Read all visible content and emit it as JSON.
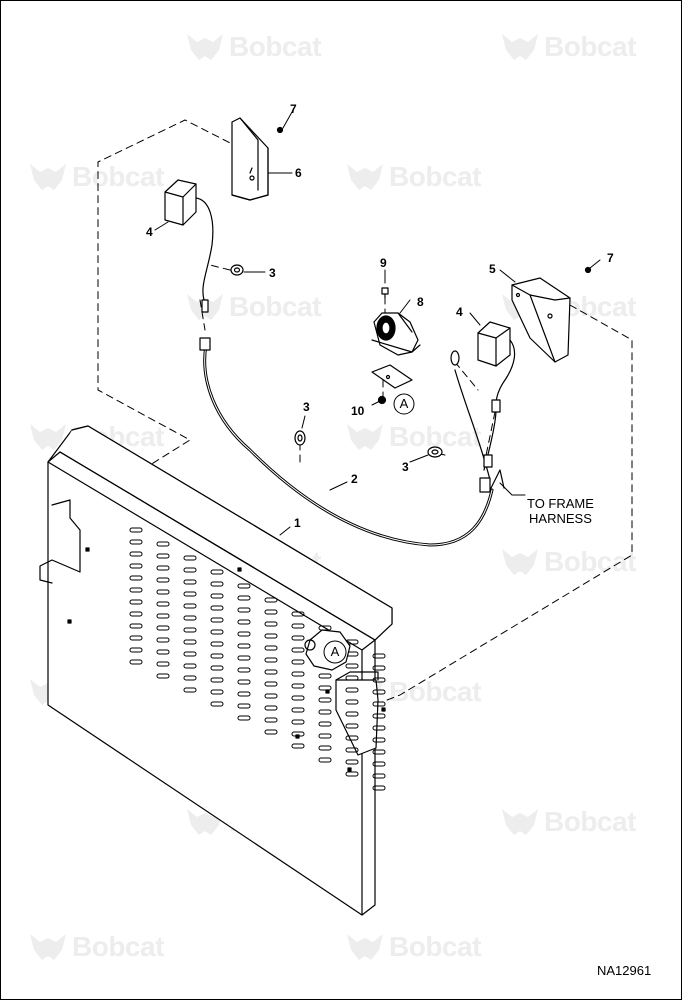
{
  "watermark": {
    "text": "Bobcat",
    "logo_icon": "bobcat-head-icon",
    "color": "#ededed"
  },
  "callouts": {
    "part_1": "1",
    "part_2": "2",
    "part_3_upper": "3",
    "part_3_middle": "3",
    "part_3_lower": "3",
    "part_4_left": "4",
    "part_4_right": "4",
    "part_5": "5",
    "part_6": "6",
    "part_7_left": "7",
    "part_7_right": "7",
    "part_8": "8",
    "part_9": "9",
    "part_10": "10"
  },
  "reference_marks": {
    "bracket_ref": "A",
    "panel_ref": "A"
  },
  "notes": {
    "frame_harness_line1": "TO FRAME",
    "frame_harness_line2": "HARNESS"
  },
  "drawing_number": "NA12961"
}
